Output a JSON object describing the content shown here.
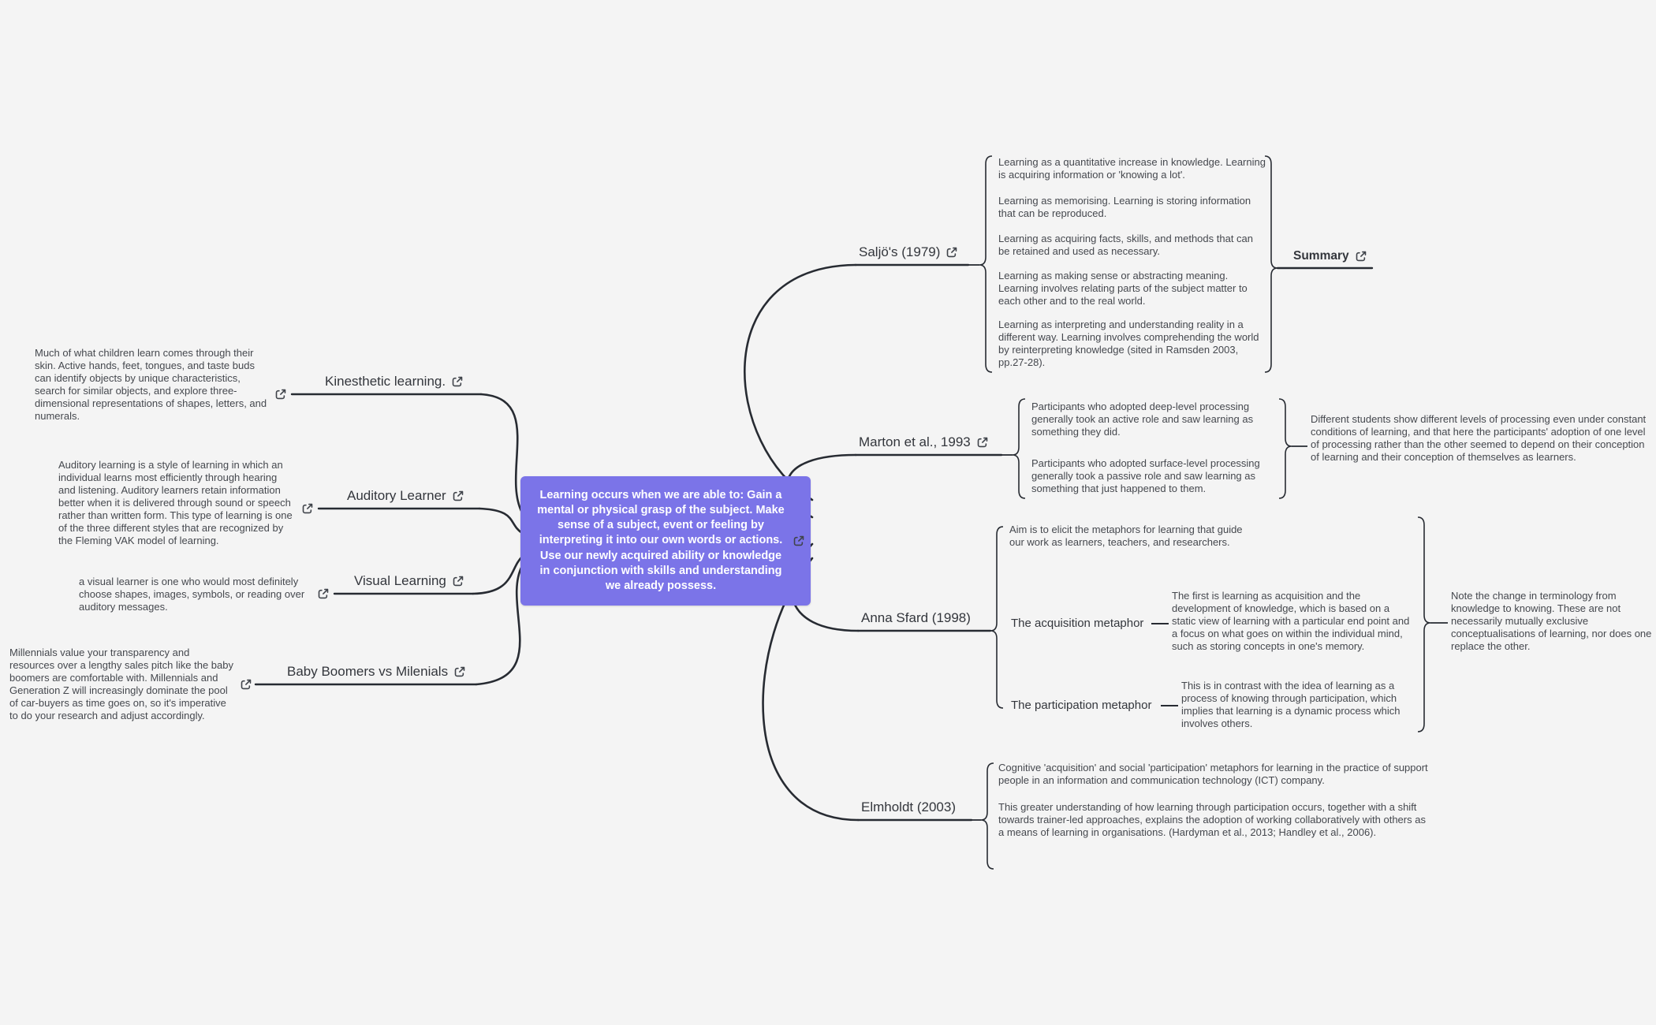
{
  "background": "#f4f4f4",
  "accent_color": "#7b74e8",
  "icons": {
    "external_link": "external-link-icon"
  },
  "center": {
    "text": "Learning occurs when we are able to: Gain a mental or physical grasp of the subject. Make sense of a subject, event or feeling by interpreting it into our own words or actions. Use our newly acquired ability or knowledge in conjunction with skills and understanding we already possess."
  },
  "left": [
    {
      "label": "Kinesthetic learning.",
      "note": "Much of what children learn comes through their skin. Active hands, feet, tongues, and taste buds can identify objects by unique characteristics, search for similar objects, and explore three-dimensional representations of shapes, letters, and numerals."
    },
    {
      "label": "Auditory Learner",
      "note": "Auditory learning is a style of learning in which an individual learns most efficiently through hearing and listening. Auditory learners retain information better when it is delivered through sound or speech rather than written form. This type of learning is one of the three different styles that are recognized by the Fleming VAK model of learning."
    },
    {
      "label": "Visual Learning",
      "note": "a visual learner is one who would most definitely choose shapes, images, symbols, or reading over auditory messages."
    },
    {
      "label": "Baby Boomers vs Milenials",
      "note": "Millennials value your transparency and resources over a lengthy sales pitch like the baby boomers are comfortable with. Millennials and Generation Z will increasingly dominate the pool of car-buyers as time goes on, so it's imperative to do your research and adjust accordingly."
    }
  ],
  "right": {
    "saljo": {
      "label": "Saljö's (1979)",
      "items": [
        "Learning as a quantitative increase in knowledge. Learning is acquiring information or 'knowing a lot'.",
        "Learning as memorising. Learning is storing information that can be reproduced.",
        "Learning as acquiring facts, skills, and methods that can be retained and used as necessary.",
        "Learning as making sense or abstracting meaning. Learning involves relating parts of the subject matter to each other and to the real world.",
        "Learning as interpreting and understanding reality in a different way. Learning involves comprehending the world by reinterpreting knowledge (sited in Ramsden 2003, pp.27-28)."
      ],
      "summary_label": "Summary"
    },
    "marton": {
      "label": "Marton et al., 1993",
      "items": [
        "Participants who adopted deep-level processing generally took an active role and saw learning as something they did.",
        "Participants who adopted surface-level processing generally took a passive role and saw learning as something that just happened to them."
      ],
      "conclusion": "Different students show different levels of processing even under constant conditions of learning, and that here the participants' adoption of one level of processing rather than the other seemed to depend on their conception of learning and their conception of themselves as learners."
    },
    "sfard": {
      "label": "Anna Sfard (1998)",
      "aim": "Aim is to elicit the metaphors for learning that guide our work as learners, teachers, and researchers.",
      "acquisition_label": "The acquisition metaphor",
      "acquisition_text": "The first is learning as acquisition and the development of knowledge, which is based on a static view of learning with a particular end point and a focus on what goes on within the individual mind, such as storing concepts in one's memory.",
      "participation_label": "The participation metaphor",
      "participation_text": "This is in contrast with the idea of learning as a process of knowing through participation, which implies that learning is a dynamic process which involves others.",
      "note": "Note the change in terminology from knowledge to knowing. These are not necessarily mutually exclusive conceptualisations of learning, nor does one replace the other."
    },
    "elmholdt": {
      "label": "Elmholdt (2003)",
      "p1": "Cognitive 'acquisition' and social 'participation' metaphors for learning in the practice of support people in an information and communication technology (ICT) company.",
      "p2": "This greater understanding of how learning through participation occurs, together with a shift towards trainer-led approaches, explains the adoption of working collaboratively with others as a means of learning in organisations.  (Hardyman et al., 2013; Handley et al., 2006)."
    }
  }
}
